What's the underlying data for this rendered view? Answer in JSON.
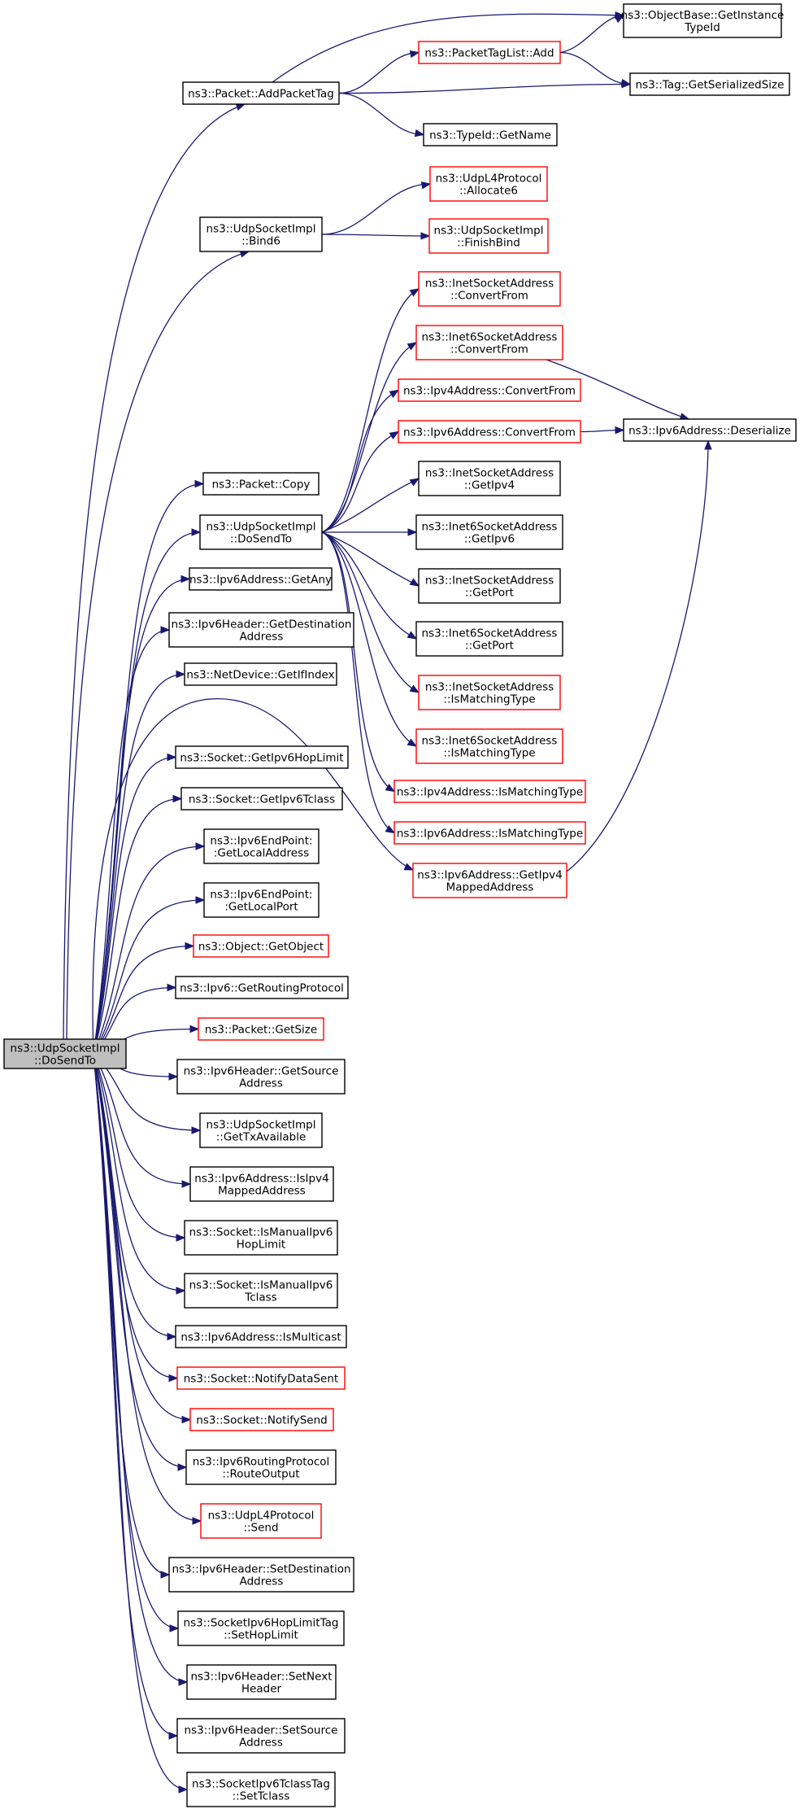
{
  "graph": {
    "colors": {
      "edge": "#191970",
      "node_border_default": "#000000",
      "node_border_truncated": "#ff0000",
      "root_fill": "#bfbfbf",
      "node_fill": "#ffffff"
    },
    "nodes": [
      {
        "id": "root",
        "lines": [
          "ns3::UdpSocketImpl",
          "::DoSendTo"
        ],
        "style": "root"
      },
      {
        "id": "addPacketTag",
        "lines": [
          "ns3::Packet::AddPacketTag"
        ],
        "style": "normal"
      },
      {
        "id": "objGetInstance",
        "lines": [
          "ns3::ObjectBase::GetInstance",
          "TypeId"
        ],
        "style": "normal"
      },
      {
        "id": "tagListAdd",
        "lines": [
          "ns3::PacketTagList::Add"
        ],
        "style": "red"
      },
      {
        "id": "tagGetSerSize",
        "lines": [
          "ns3::Tag::GetSerializedSize"
        ],
        "style": "normal"
      },
      {
        "id": "typeIdGetName",
        "lines": [
          "ns3::TypeId::GetName"
        ],
        "style": "normal"
      },
      {
        "id": "bind6",
        "lines": [
          "ns3::UdpSocketImpl",
          "::Bind6"
        ],
        "style": "normal"
      },
      {
        "id": "allocate6",
        "lines": [
          "ns3::UdpL4Protocol",
          "::Allocate6"
        ],
        "style": "red"
      },
      {
        "id": "finishBind",
        "lines": [
          "ns3::UdpSocketImpl",
          "::FinishBind"
        ],
        "style": "red"
      },
      {
        "id": "packetCopy",
        "lines": [
          "ns3::Packet::Copy"
        ],
        "style": "normal"
      },
      {
        "id": "doSendTo2",
        "lines": [
          "ns3::UdpSocketImpl",
          "::DoSendTo"
        ],
        "style": "normal"
      },
      {
        "id": "inetConvertFrom",
        "lines": [
          "ns3::InetSocketAddress",
          "::ConvertFrom"
        ],
        "style": "red"
      },
      {
        "id": "inet6ConvertFrom",
        "lines": [
          "ns3::Inet6SocketAddress",
          "::ConvertFrom"
        ],
        "style": "red"
      },
      {
        "id": "ipv4ConvertFrom",
        "lines": [
          "ns3::Ipv4Address::ConvertFrom"
        ],
        "style": "red"
      },
      {
        "id": "ipv6ConvertFrom",
        "lines": [
          "ns3::Ipv6Address::ConvertFrom"
        ],
        "style": "red"
      },
      {
        "id": "ipv6Deserialize",
        "lines": [
          "ns3::Ipv6Address::Deserialize"
        ],
        "style": "normal"
      },
      {
        "id": "inetGetIpv4",
        "lines": [
          "ns3::InetSocketAddress",
          "::GetIpv4"
        ],
        "style": "normal"
      },
      {
        "id": "inet6GetIpv6",
        "lines": [
          "ns3::Inet6SocketAddress",
          "::GetIpv6"
        ],
        "style": "normal"
      },
      {
        "id": "inetGetPort",
        "lines": [
          "ns3::InetSocketAddress",
          "::GetPort"
        ],
        "style": "normal"
      },
      {
        "id": "inet6GetPort",
        "lines": [
          "ns3::Inet6SocketAddress",
          "::GetPort"
        ],
        "style": "normal"
      },
      {
        "id": "inetIsMatching",
        "lines": [
          "ns3::InetSocketAddress",
          "::IsMatchingType"
        ],
        "style": "red"
      },
      {
        "id": "inet6IsMatching",
        "lines": [
          "ns3::Inet6SocketAddress",
          "::IsMatchingType"
        ],
        "style": "red"
      },
      {
        "id": "ipv4IsMatching",
        "lines": [
          "ns3::Ipv4Address::IsMatchingType"
        ],
        "style": "red"
      },
      {
        "id": "ipv6IsMatching",
        "lines": [
          "ns3::Ipv6Address::IsMatchingType"
        ],
        "style": "red"
      },
      {
        "id": "ipv6GetIpv4Mapped",
        "lines": [
          "ns3::Ipv6Address::GetIpv4",
          "MappedAddress"
        ],
        "style": "red"
      },
      {
        "id": "ipv6GetAny",
        "lines": [
          "ns3::Ipv6Address::GetAny"
        ],
        "style": "normal"
      },
      {
        "id": "hdrGetDest",
        "lines": [
          "ns3::Ipv6Header::GetDestination",
          "Address"
        ],
        "style": "normal"
      },
      {
        "id": "netDevGetIfIndex",
        "lines": [
          "ns3::NetDevice::GetIfIndex"
        ],
        "style": "normal"
      },
      {
        "id": "sockGetHopLimit",
        "lines": [
          "ns3::Socket::GetIpv6HopLimit"
        ],
        "style": "normal"
      },
      {
        "id": "sockGetTclass",
        "lines": [
          "ns3::Socket::GetIpv6Tclass"
        ],
        "style": "normal"
      },
      {
        "id": "epGetLocalAddr",
        "lines": [
          "ns3::Ipv6EndPoint:",
          ":GetLocalAddress"
        ],
        "style": "normal"
      },
      {
        "id": "epGetLocalPort",
        "lines": [
          "ns3::Ipv6EndPoint:",
          ":GetLocalPort"
        ],
        "style": "normal"
      },
      {
        "id": "objGetObject",
        "lines": [
          "ns3::Object::GetObject"
        ],
        "style": "red"
      },
      {
        "id": "ipv6GetRouting",
        "lines": [
          "ns3::Ipv6::GetRoutingProtocol"
        ],
        "style": "normal"
      },
      {
        "id": "packetGetSize",
        "lines": [
          "ns3::Packet::GetSize"
        ],
        "style": "red"
      },
      {
        "id": "hdrGetSource",
        "lines": [
          "ns3::Ipv6Header::GetSource",
          "Address"
        ],
        "style": "normal"
      },
      {
        "id": "getTxAvail",
        "lines": [
          "ns3::UdpSocketImpl",
          "::GetTxAvailable"
        ],
        "style": "normal"
      },
      {
        "id": "isIpv4Mapped",
        "lines": [
          "ns3::Ipv6Address::IsIpv4",
          "MappedAddress"
        ],
        "style": "normal"
      },
      {
        "id": "isManualHop",
        "lines": [
          "ns3::Socket::IsManualIpv6",
          "HopLimit"
        ],
        "style": "normal"
      },
      {
        "id": "isManualTclass",
        "lines": [
          "ns3::Socket::IsManualIpv6",
          "Tclass"
        ],
        "style": "normal"
      },
      {
        "id": "isMulticast",
        "lines": [
          "ns3::Ipv6Address::IsMulticast"
        ],
        "style": "normal"
      },
      {
        "id": "notifyDataSent",
        "lines": [
          "ns3::Socket::NotifyDataSent"
        ],
        "style": "red"
      },
      {
        "id": "notifySend",
        "lines": [
          "ns3::Socket::NotifySend"
        ],
        "style": "red"
      },
      {
        "id": "routeOutput",
        "lines": [
          "ns3::Ipv6RoutingProtocol",
          "::RouteOutput"
        ],
        "style": "normal"
      },
      {
        "id": "udpSend",
        "lines": [
          "ns3::UdpL4Protocol",
          "::Send"
        ],
        "style": "red"
      },
      {
        "id": "hdrSetDest",
        "lines": [
          "ns3::Ipv6Header::SetDestination",
          "Address"
        ],
        "style": "normal"
      },
      {
        "id": "setHopLimit",
        "lines": [
          "ns3::SocketIpv6HopLimitTag",
          "::SetHopLimit"
        ],
        "style": "normal"
      },
      {
        "id": "hdrSetNext",
        "lines": [
          "ns3::Ipv6Header::SetNext",
          "Header"
        ],
        "style": "normal"
      },
      {
        "id": "hdrSetSource",
        "lines": [
          "ns3::Ipv6Header::SetSource",
          "Address"
        ],
        "style": "normal"
      },
      {
        "id": "setTclass",
        "lines": [
          "ns3::SocketIpv6TclassTag",
          "::SetTclass"
        ],
        "style": "normal"
      }
    ],
    "edges": [
      [
        "root",
        "addPacketTag"
      ],
      [
        "root",
        "bind6"
      ],
      [
        "root",
        "packetCopy"
      ],
      [
        "root",
        "doSendTo2"
      ],
      [
        "root",
        "ipv6GetAny"
      ],
      [
        "root",
        "hdrGetDest"
      ],
      [
        "root",
        "netDevGetIfIndex"
      ],
      [
        "root",
        "ipv6GetIpv4Mapped"
      ],
      [
        "root",
        "sockGetHopLimit"
      ],
      [
        "root",
        "sockGetTclass"
      ],
      [
        "root",
        "epGetLocalAddr"
      ],
      [
        "root",
        "epGetLocalPort"
      ],
      [
        "root",
        "objGetObject"
      ],
      [
        "root",
        "ipv6GetRouting"
      ],
      [
        "root",
        "packetGetSize"
      ],
      [
        "root",
        "hdrGetSource"
      ],
      [
        "root",
        "getTxAvail"
      ],
      [
        "root",
        "isIpv4Mapped"
      ],
      [
        "root",
        "isManualHop"
      ],
      [
        "root",
        "isManualTclass"
      ],
      [
        "root",
        "isMulticast"
      ],
      [
        "root",
        "notifyDataSent"
      ],
      [
        "root",
        "notifySend"
      ],
      [
        "root",
        "routeOutput"
      ],
      [
        "root",
        "udpSend"
      ],
      [
        "root",
        "hdrSetDest"
      ],
      [
        "root",
        "setHopLimit"
      ],
      [
        "root",
        "hdrSetNext"
      ],
      [
        "root",
        "hdrSetSource"
      ],
      [
        "root",
        "setTclass"
      ],
      [
        "addPacketTag",
        "objGetInstance"
      ],
      [
        "addPacketTag",
        "tagListAdd"
      ],
      [
        "addPacketTag",
        "tagGetSerSize"
      ],
      [
        "addPacketTag",
        "typeIdGetName"
      ],
      [
        "tagListAdd",
        "objGetInstance"
      ],
      [
        "tagListAdd",
        "tagGetSerSize"
      ],
      [
        "bind6",
        "allocate6"
      ],
      [
        "bind6",
        "finishBind"
      ],
      [
        "doSendTo2",
        "inetConvertFrom"
      ],
      [
        "doSendTo2",
        "inet6ConvertFrom"
      ],
      [
        "doSendTo2",
        "ipv4ConvertFrom"
      ],
      [
        "doSendTo2",
        "ipv6ConvertFrom"
      ],
      [
        "doSendTo2",
        "inetGetIpv4"
      ],
      [
        "doSendTo2",
        "inet6GetIpv6"
      ],
      [
        "doSendTo2",
        "inetGetPort"
      ],
      [
        "doSendTo2",
        "inet6GetPort"
      ],
      [
        "doSendTo2",
        "inetIsMatching"
      ],
      [
        "doSendTo2",
        "inet6IsMatching"
      ],
      [
        "doSendTo2",
        "ipv4IsMatching"
      ],
      [
        "doSendTo2",
        "ipv6IsMatching"
      ],
      [
        "inet6ConvertFrom",
        "ipv6Deserialize"
      ],
      [
        "ipv6ConvertFrom",
        "ipv6Deserialize"
      ],
      [
        "ipv6GetIpv4Mapped",
        "ipv6Deserialize"
      ]
    ]
  }
}
